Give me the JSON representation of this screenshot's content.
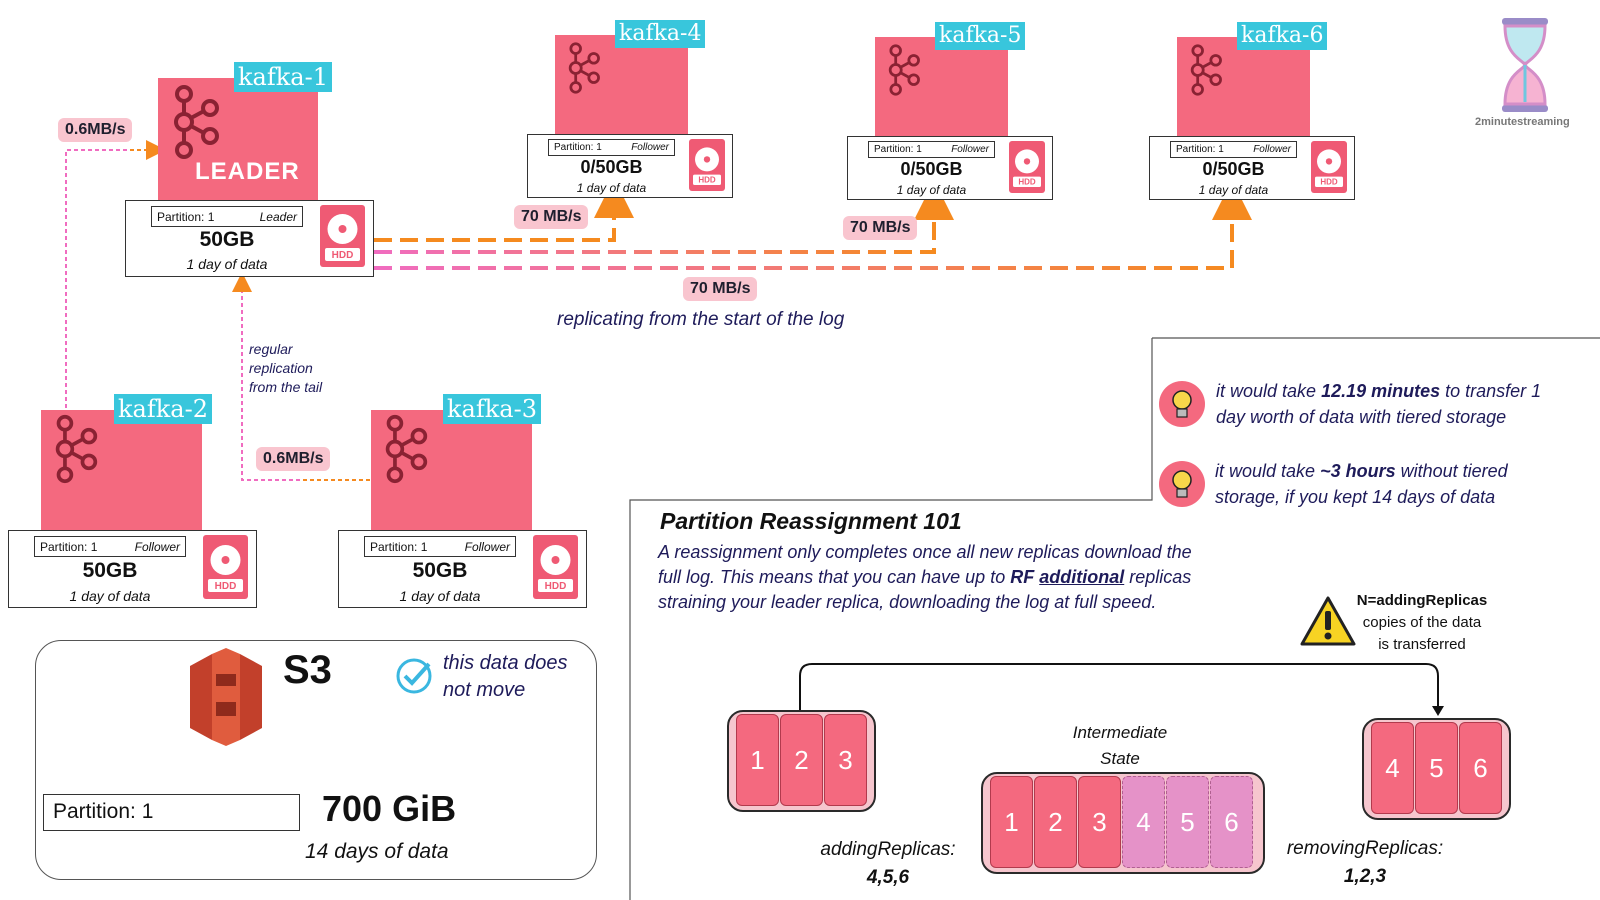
{
  "brokers": {
    "kafka1": {
      "name": "kafka-1",
      "badge": "LEADER",
      "partition": "Partition: 1",
      "role": "Leader",
      "size": "50GB",
      "days": "1 day of data"
    },
    "kafka2": {
      "name": "kafka-2",
      "partition": "Partition: 1",
      "role": "Follower",
      "size": "50GB",
      "days": "1 day of data"
    },
    "kafka3": {
      "name": "kafka-3",
      "partition": "Partition: 1",
      "role": "Follower",
      "size": "50GB",
      "days": "1 day of data"
    },
    "kafka4": {
      "name": "kafka-4",
      "partition": "Partition: 1",
      "role": "Follower",
      "size": "0/50GB",
      "days": "1 day of data"
    },
    "kafka5": {
      "name": "kafka-5",
      "partition": "Partition: 1",
      "role": "Follower",
      "size": "0/50GB",
      "days": "1 day of data"
    },
    "kafka6": {
      "name": "kafka-6",
      "partition": "Partition: 1",
      "role": "Follower",
      "size": "0/50GB",
      "days": "1 day of data"
    }
  },
  "hdd_label": "HDD",
  "rates": {
    "tail_in": "0.6MB/s",
    "tail_k3": "0.6MB/s",
    "r4": "70 MB/s",
    "r5": "70 MB/s",
    "r6": "70 MB/s"
  },
  "captions": {
    "replicating": "replicating from the start of the log",
    "regular_1": "regular",
    "regular_2": "replication",
    "regular_3": "from the tail"
  },
  "brand": "2minutestreaming",
  "s3": {
    "title": "S3",
    "note_1": "this data does",
    "note_2": "not move",
    "partition": "Partition: 1",
    "size": "700 GiB",
    "days": "14 days of data"
  },
  "tips": {
    "tip1_pre": "it would take ",
    "tip1_bold": "12.19 minutes",
    "tip1_post": " to transfer 1",
    "tip1_line2": "day worth of data with tiered storage",
    "tip2_pre": "it would take ",
    "tip2_bold": "~3 hours",
    "tip2_post": " without tiered",
    "tip2_line2": "storage, if you kept 14 days of data"
  },
  "reassign": {
    "title": "Partition Reassignment 101",
    "line1": "A reassignment only completes once all new replicas download the",
    "line2": "full log. This means that you can have up to ",
    "line2_rf": "RF",
    "line2_additional": "additional",
    "line2_post": " replicas",
    "line3": "straining your leader replica, downloading the log at full speed.",
    "warn_1": "N=addingReplicas",
    "warn_2": "copies of the data",
    "warn_3": "is transferred",
    "intermediate_1": "Intermediate",
    "intermediate_2": "State",
    "adding_label": "addingReplicas:",
    "adding_values": "4,5,6",
    "removing_label": "removingReplicas:",
    "removing_values": "1,2,3",
    "left_cells": [
      "1",
      "2",
      "3"
    ],
    "mid_cells": [
      "1",
      "2",
      "3",
      "4",
      "5",
      "6"
    ],
    "right_cells": [
      "4",
      "5",
      "6"
    ]
  },
  "colors": {
    "broker": "#f4697f",
    "tag": "#38c6dc",
    "pill": "#f9c5cf",
    "navy": "#1e1b5a",
    "orange": "#f58a1f",
    "pink_line": "#f06cc0"
  }
}
